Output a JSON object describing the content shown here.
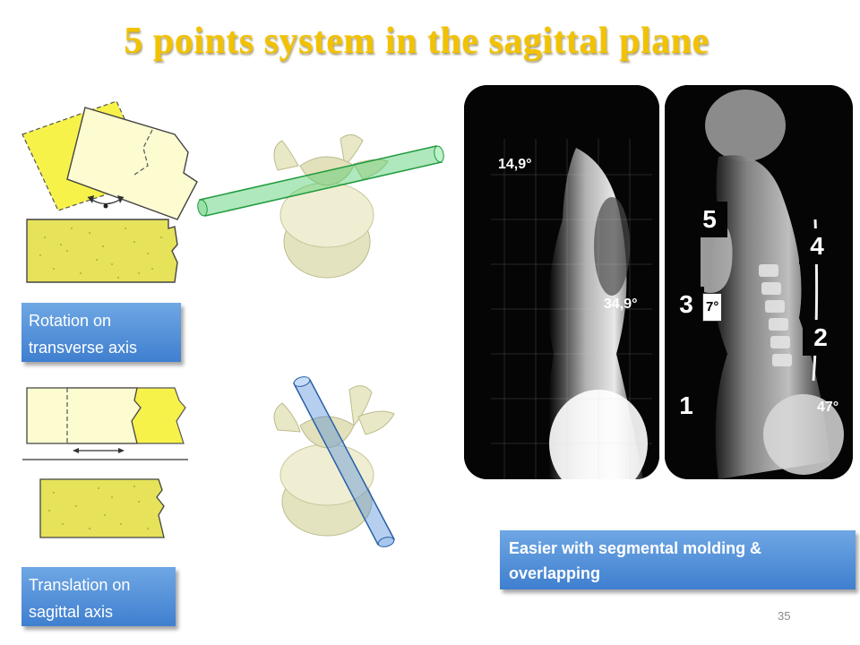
{
  "slide": {
    "title": "5 points system in the sagittal plane",
    "page_number": "35"
  },
  "captions": {
    "rotation": "Rotation on transverse axis",
    "translation": "Translation on sagittal axis",
    "molding": "Easier with segmental molding & overlapping"
  },
  "xray_left": {
    "angle_top": "14,9°",
    "angle_bottom": "34,9°"
  },
  "xray_right": {
    "points": [
      "1",
      "2",
      "3",
      "4",
      "5"
    ],
    "angle_small": "7°",
    "angle_large": "47°"
  },
  "colors": {
    "title": "#f2c200",
    "caption_blue": "#4a86d6",
    "block_yellow": "#f7f24a",
    "block_cream": "#fdfbd0",
    "rod_green": "#4ccd6a",
    "rod_blue": "#4a86d6"
  }
}
